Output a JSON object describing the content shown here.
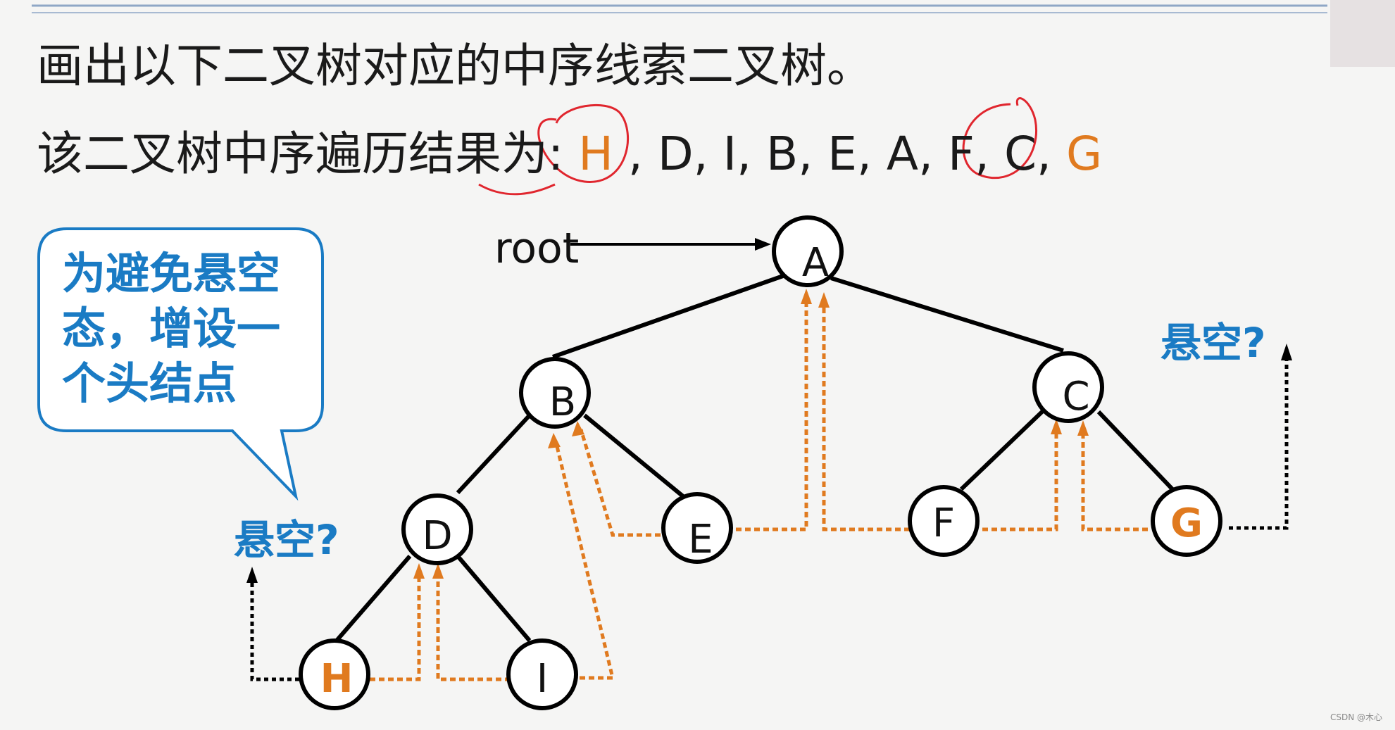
{
  "heading": "画出以下二叉树对应的中序线索二叉树。",
  "order_prefix": "该二叉树中序遍历结果为:",
  "order_items": [
    "H",
    ", D, I, B, E, A, F, C, ",
    "G"
  ],
  "callout": "为避免悬空态，增设一个头结点",
  "question_left": "悬空?",
  "question_right": "悬空?",
  "root_label": "root",
  "nodes": {
    "A": "A",
    "B": "B",
    "C": "C",
    "D": "D",
    "E": "E",
    "F": "F",
    "G": "G",
    "H": "H",
    "I": "I"
  },
  "watermark": "CSDN @木心",
  "colors": {
    "edge": "#000000",
    "thread": "#e07a1f",
    "dangling": "#000000",
    "callout_border": "#1a7bc4",
    "callout_text": "#1a7bc4",
    "highlight": "#e07a1f",
    "annotation": "#e0262e"
  }
}
